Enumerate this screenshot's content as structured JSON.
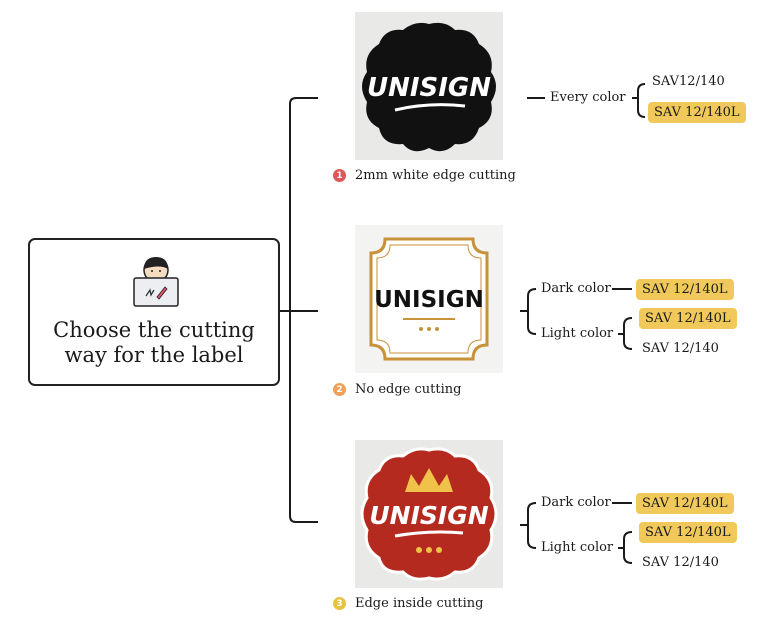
{
  "root": {
    "title_line1": "Choose the cutting",
    "title_line2": "way for the label",
    "icon": "person-laptop-icon"
  },
  "branches": [
    {
      "number": "1",
      "badge_color": "#e05555",
      "caption": "2mm white edge cutting",
      "photo_text": "UNISIGN",
      "groups": [
        {
          "label": "Every color",
          "options": [
            {
              "text": "SAV12/140",
              "highlight": false
            },
            {
              "text": "SAV 12/140L",
              "highlight": true
            }
          ]
        }
      ]
    },
    {
      "number": "2",
      "badge_color": "#efa15c",
      "caption": "No edge cutting",
      "photo_text": "UNISIGN",
      "groups": [
        {
          "label": "Dark color",
          "options": [
            {
              "text": "SAV 12/140L",
              "highlight": true
            }
          ]
        },
        {
          "label": "Light color",
          "options": [
            {
              "text": "SAV 12/140L",
              "highlight": true
            },
            {
              "text": "SAV 12/140",
              "highlight": false
            }
          ]
        }
      ]
    },
    {
      "number": "3",
      "badge_color": "#e8c23e",
      "caption": "Edge inside cutting",
      "photo_text": "UNISIGN",
      "groups": [
        {
          "label": "Dark color",
          "options": [
            {
              "text": "SAV 12/140L",
              "highlight": true
            }
          ]
        },
        {
          "label": "Light color",
          "options": [
            {
              "text": "SAV 12/140L",
              "highlight": true
            },
            {
              "text": "SAV 12/140",
              "highlight": false
            }
          ]
        }
      ]
    }
  ],
  "colors": {
    "highlight": "#f1c95a",
    "line": "#1a1a1a"
  }
}
